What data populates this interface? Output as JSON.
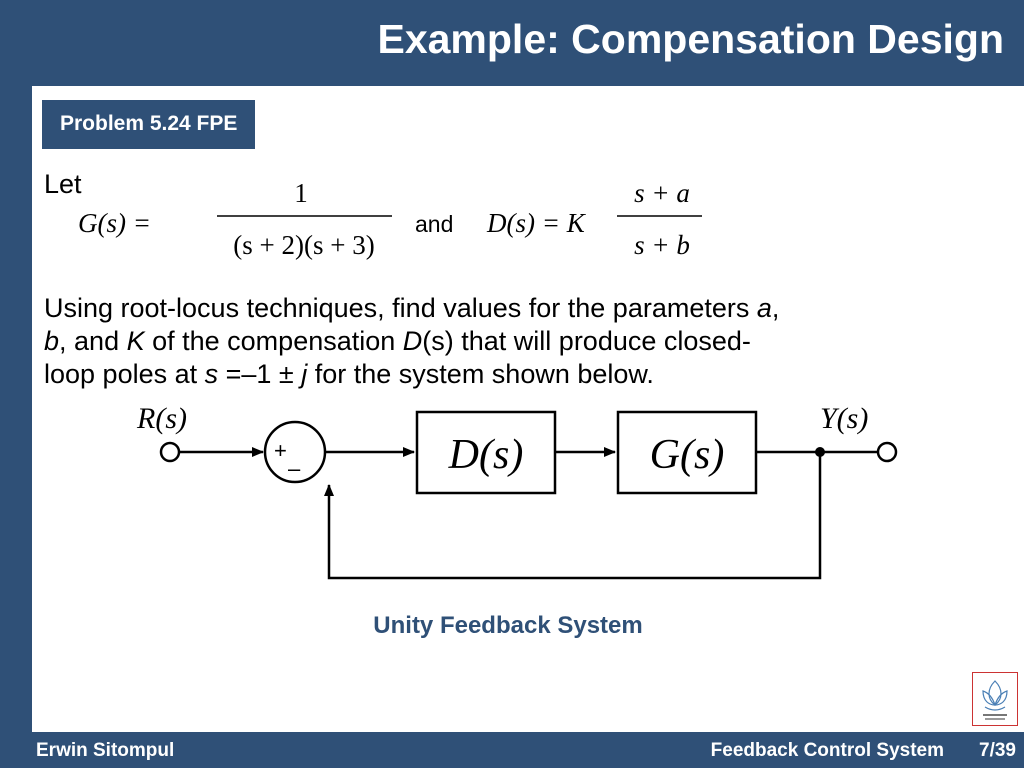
{
  "slide": {
    "title": "Example: Compensation Design",
    "badge": "Problem 5.24 FPE",
    "let_label": "Let",
    "and_label": "and",
    "formula_G": {
      "lhs": "G(s) =",
      "numerator": "1",
      "denominator": "(s + 2)(s + 3)"
    },
    "formula_D": {
      "lhs": "D(s) = K",
      "numerator": "s + a",
      "denominator": "s + b"
    },
    "problem": {
      "line1_pre": "Using root-locus techniques, find values for the parameters ",
      "line1_a": "a",
      "line1_post": ",",
      "line2_b": "b",
      "line2_mid1": ", and ",
      "line2_K": "K",
      "line2_mid2": " of the compensation ",
      "line2_D": "D",
      "line2_post": "(s) that will produce closed-",
      "line3_pre": "loop poles at ",
      "line3_s": "s",
      "line3_mid": " =–1 ± ",
      "line3_j": "j",
      "line3_post": " for the system shown below."
    },
    "diagram": {
      "input_label": "R(s)",
      "output_label": "Y(s)",
      "plus_sign": "+",
      "minus_sign": "–",
      "block1": "D(s)",
      "block2": "G(s)"
    },
    "caption": "Unity Feedback System"
  },
  "footer": {
    "author": "Erwin Sitompul",
    "course": "Feedback Control System",
    "page": "7/39"
  },
  "colors": {
    "frame": "#2f5077",
    "caption": "#2f5077",
    "logo_border": "#cc3333"
  }
}
